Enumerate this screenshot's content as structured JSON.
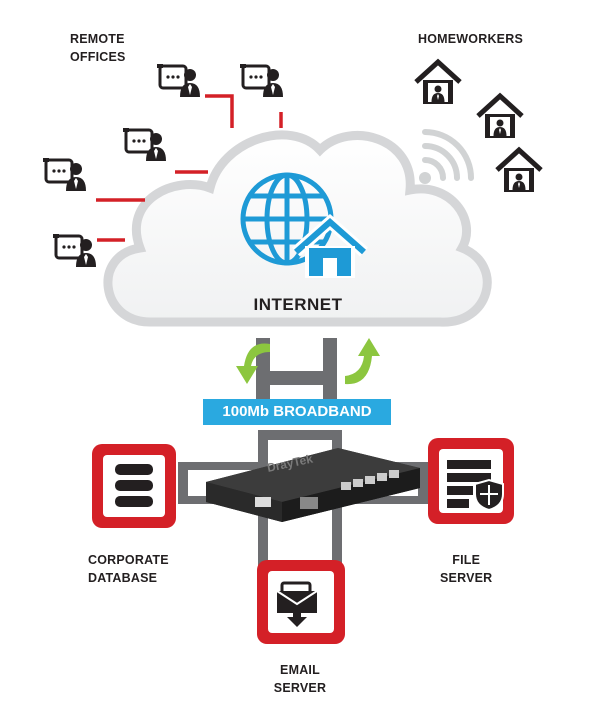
{
  "labels": {
    "remote_offices": [
      "REMOTE",
      "OFFICES"
    ],
    "homeworkers": "HOMEWORKERS",
    "internet": "INTERNET",
    "broadband": "100Mb BROADBAND",
    "corporate_database": [
      "CORPORATE",
      "DATABASE"
    ],
    "file_server": [
      "FILE",
      "SERVER"
    ],
    "email_server": [
      "EMAIL",
      "SERVER"
    ]
  },
  "router_brand": "DrayTek",
  "colors": {
    "accent_red": "#d42027",
    "globe_blue": "#1e9ad6",
    "arrow_green": "#8cc63f",
    "broadband_blue": "#2aa9e0",
    "connector_gray": "#6d6e71",
    "icon_dark": "#231f20"
  },
  "icons": [
    "remote-office-icon",
    "homeworker-house-icon",
    "wifi-icon",
    "globe-icon",
    "home-icon",
    "router-icon",
    "database-icon",
    "file-server-icon",
    "email-server-icon",
    "arrow-down-icon",
    "arrow-up-icon"
  ]
}
